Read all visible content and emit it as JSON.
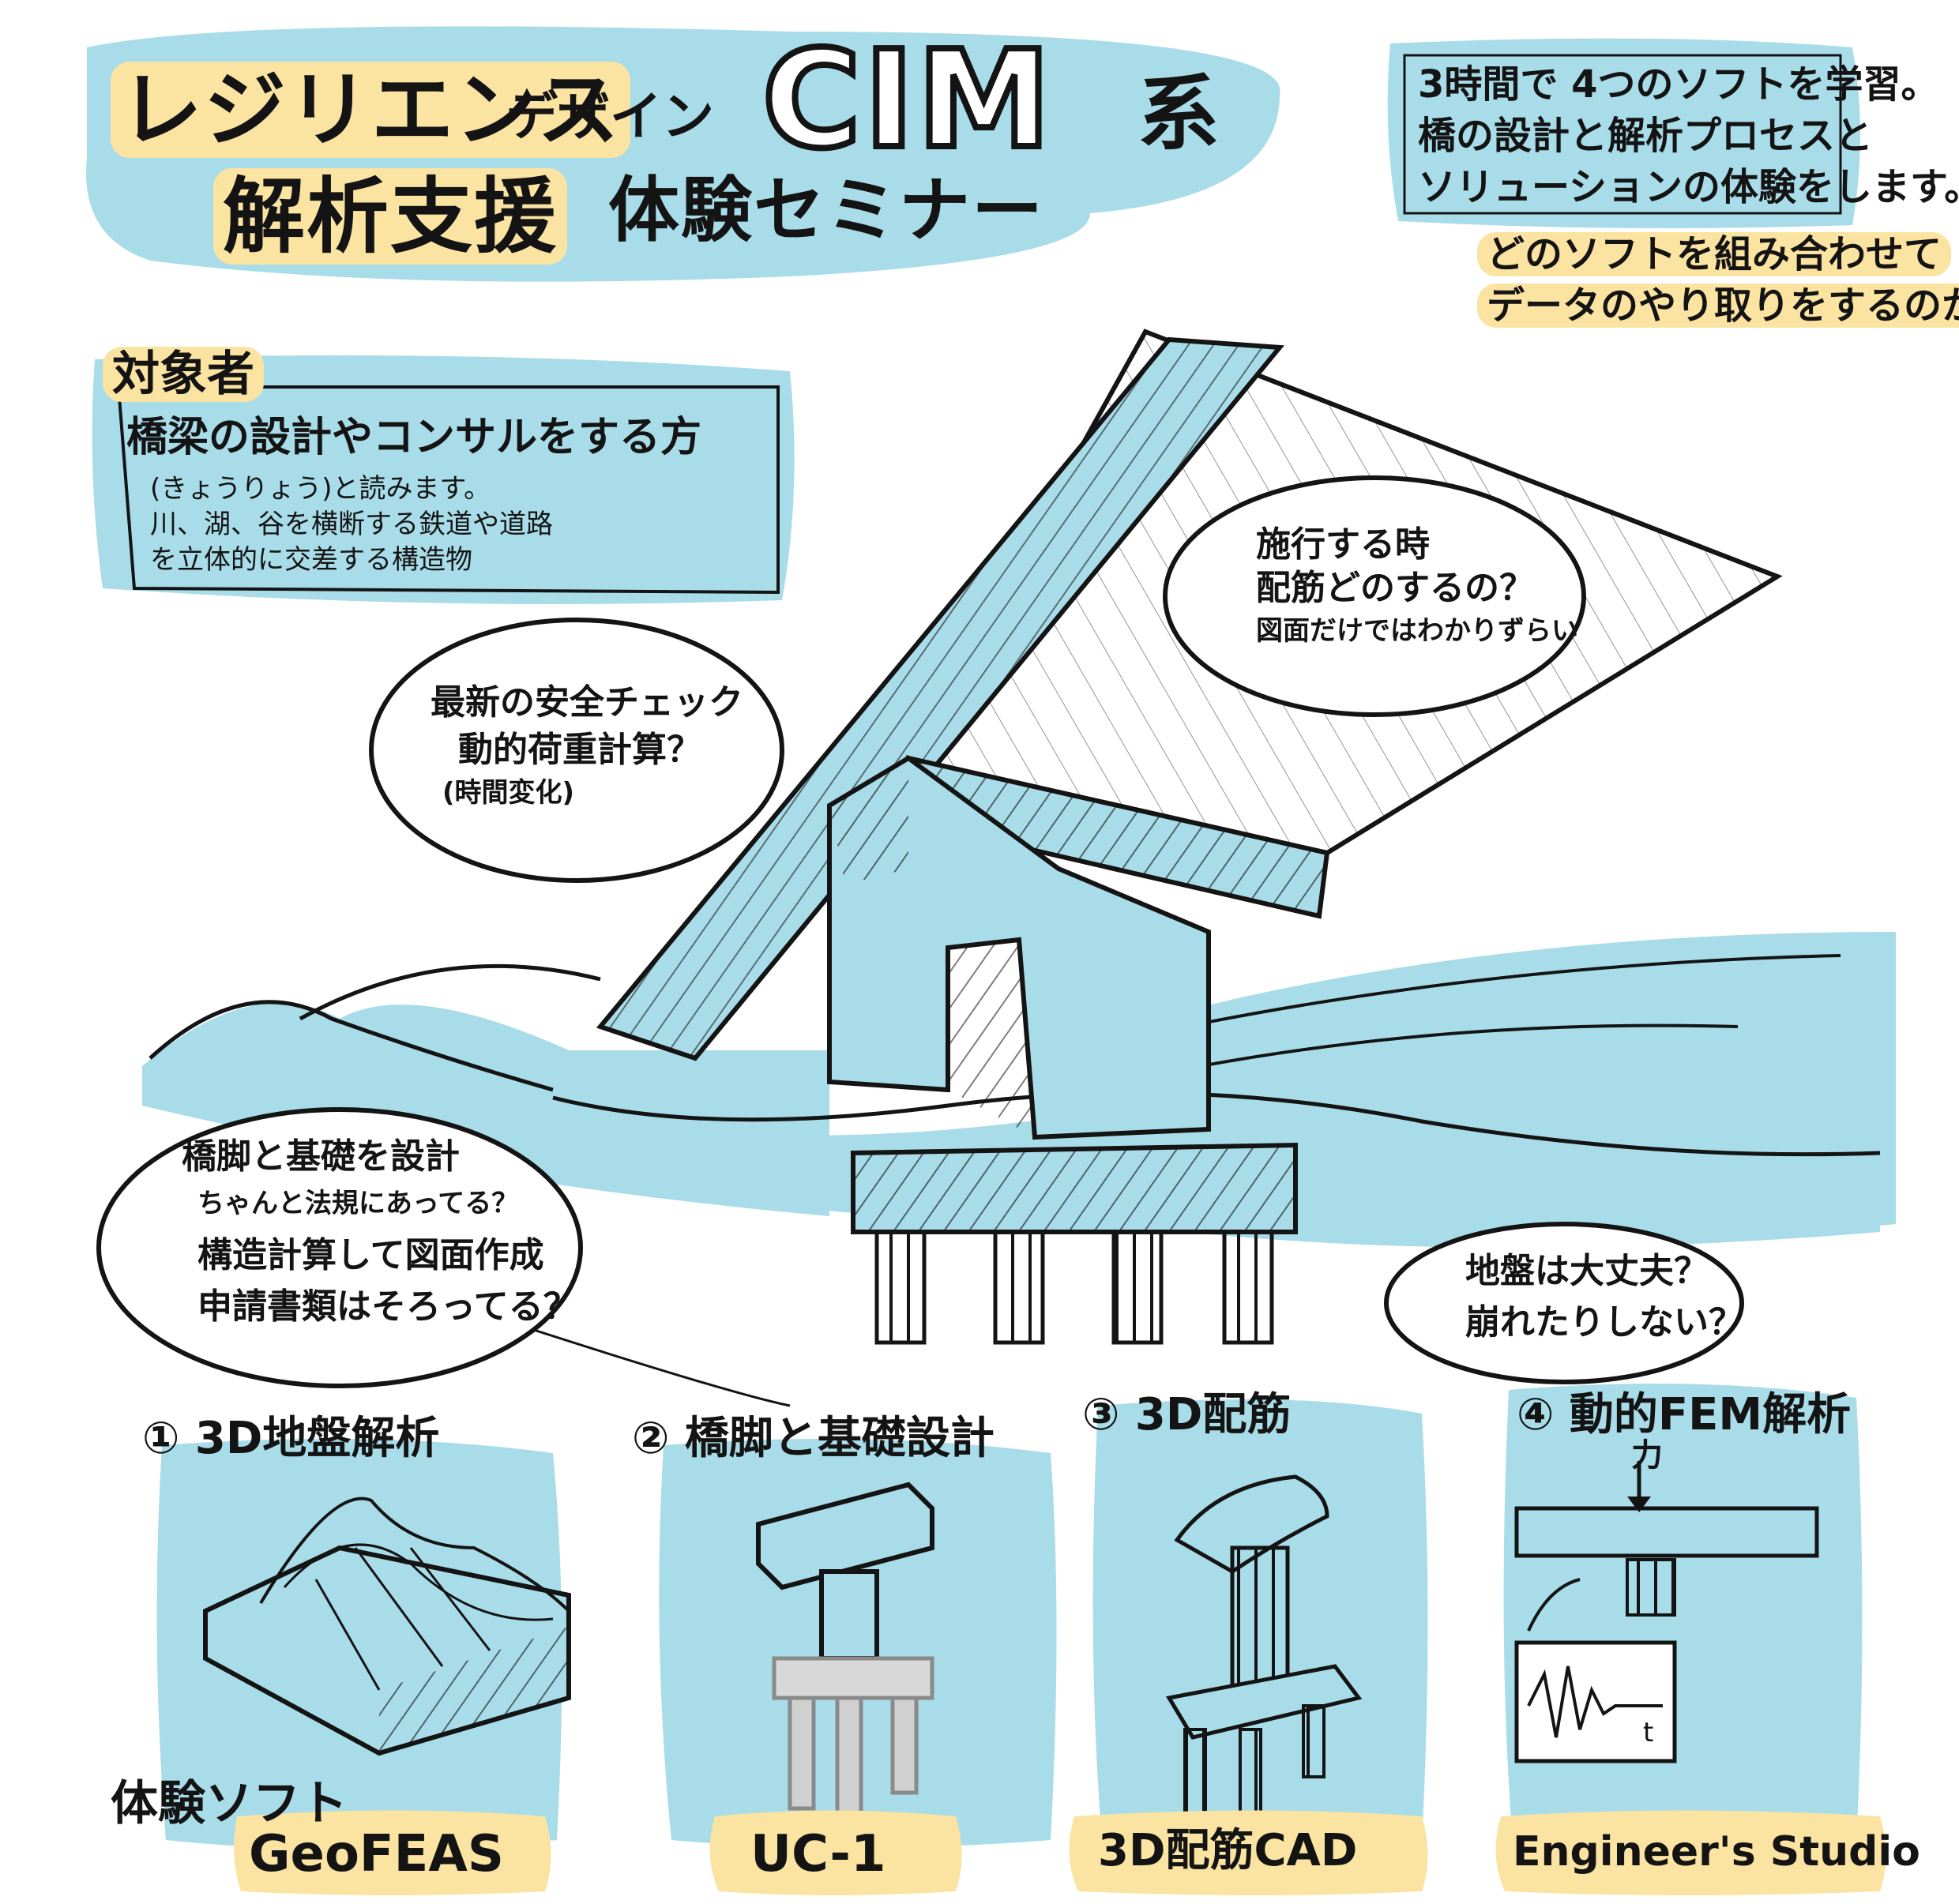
{
  "title": {
    "line1_a": "レジリエンス",
    "line1_b": "デザイン",
    "line1_cim": "CIM",
    "line1_c": "系",
    "line2_a": "解析支援",
    "line2_b": "体験セミナー"
  },
  "intro": {
    "line1": "3時間で 4つのソフトを学習。",
    "line2": "橋の設計と解析プロセスと",
    "line3": "ソリューションの体験をします。",
    "line4": "どのソフトを組み合わせて",
    "line5": "データのやり取りをするのか"
  },
  "audience": {
    "heading": "対象者",
    "bullet": "橋梁の設計やコンサルをする方",
    "note1": "(きょうりょう)と読みます。",
    "note2": "川、湖、谷を横断する鉄道や道路",
    "note3": "を立体的に交差する構造物"
  },
  "bubbles": {
    "construction": [
      "施行する時",
      "配筋どのするの？",
      "図面だけではわかりずらい"
    ],
    "safety": [
      "最新の安全チェック",
      "動的荷重計算？",
      "(時間変化)"
    ],
    "pier": [
      "橋脚と基礎を設計",
      "ちゃんと法規にあってる？",
      "構造計算して図面作成",
      "申請書類はそろってる？"
    ],
    "ground": [
      "地盤は大丈夫？",
      "崩れたりしない？"
    ]
  },
  "steps": [
    {
      "label": "① 3D地盤解析",
      "software": "GeoFEAS",
      "icon": "terrain-block-icon"
    },
    {
      "label": "② 橋脚と基礎設計",
      "software": "UC-1",
      "icon": "pier-foundation-icon"
    },
    {
      "label": "③ 3D配筋",
      "software": "3D配筋CAD",
      "icon": "rebar-cage-icon"
    },
    {
      "label": "④ 動的FEM解析",
      "software": "Engineer's Studio",
      "icon": "fem-load-graph-icon"
    }
  ],
  "software_heading": "体験ソフト",
  "diagram_labels": {
    "force": "力",
    "time_axis": "t"
  },
  "colors": {
    "accent_blue": "#a8dce8",
    "highlight_yellow": "#fbe3a2",
    "ink": "#141414"
  }
}
